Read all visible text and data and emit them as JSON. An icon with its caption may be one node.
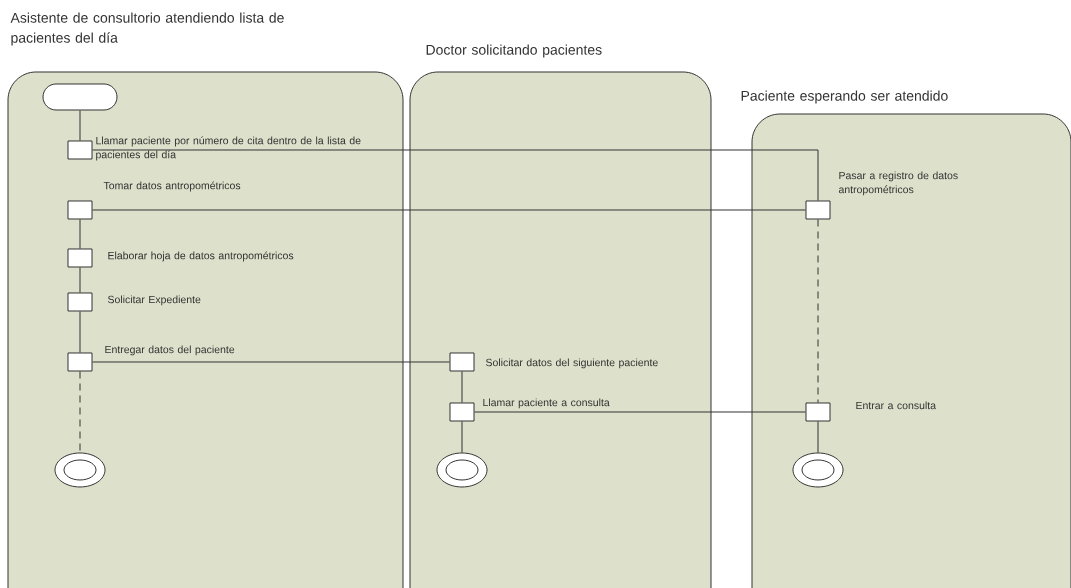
{
  "diagram": {
    "nodes": [
      {
        "text": [
          "Asistente de consultorio atendiendo lista de pacientes del día"
        ]
      },
      {
        "text": [
          "Doctor solicitando pacientes"
        ]
      },
      {
        "text": [
          "Paciente esperando ser atendido"
        ]
      },
      {
        "text": [],
        "shape": "oval",
        "in": 0
      },
      {
        "text": [],
        "shape": "box",
        "in": 0,
        "beside": [
          "Llamar paciente por número de cita dentro de la lista de pacientes del día"
        ]
      },
      {
        "text": [],
        "shape": "box",
        "in": 0,
        "beside": [
          "Tomar datos antropométricos"
        ]
      },
      {
        "text": [],
        "shape": "box",
        "in": 0,
        "beside": [
          "Elaborar hoja de datos antropométricos"
        ]
      },
      {
        "text": [],
        "shape": "box",
        "in": 0,
        "beside": [
          "Solicitar Expediente"
        ]
      },
      {
        "text": [],
        "shape": "box",
        "in": 0,
        "beside": [
          "Entregar datos del paciente"
        ]
      },
      {
        "text": [],
        "shape": "circle",
        "in": 0
      },
      {
        "text": [],
        "shape": "box",
        "in": 1,
        "beside": [
          "Solicitar datos del siguiente paciente"
        ]
      },
      {
        "text": [],
        "shape": "box",
        "in": 1,
        "beside": [
          "Llamar paciente a consulta"
        ]
      },
      {
        "text": [],
        "shape": "circle",
        "in": 1
      },
      {
        "text": [],
        "shape": "box",
        "in": 2,
        "beside": [
          "Pasar a registro de datos antropométricos"
        ]
      },
      {
        "text": [],
        "shape": "box",
        "in": 2,
        "beside": [
          "Entrar a consulta"
        ]
      },
      {
        "text": [],
        "shape": "circle",
        "in": 2
      }
    ],
    "edges": [
      {
        "from": 3,
        "to": 4,
        "arrow": "none"
      },
      {
        "from": 4,
        "to": 13,
        "arrow": "none"
      },
      {
        "from": 5,
        "to": 13,
        "arrow": "none"
      },
      {
        "from": 5,
        "to": 6,
        "arrow": "none"
      },
      {
        "from": 6,
        "to": 7,
        "arrow": "none"
      },
      {
        "from": 7,
        "to": 8,
        "arrow": "none"
      },
      {
        "from": 8,
        "to": 9,
        "arrow": "none",
        "style": "dashed"
      },
      {
        "from": 8,
        "to": 10,
        "arrow": "none"
      },
      {
        "from": 10,
        "to": 11,
        "arrow": "none"
      },
      {
        "from": 11,
        "to": 12,
        "arrow": "none"
      },
      {
        "from": 13,
        "to": 14,
        "arrow": "none",
        "style": "dashed"
      },
      {
        "from": 11,
        "to": 14,
        "arrow": "none"
      },
      {
        "from": 14,
        "to": 15,
        "arrow": "none"
      }
    ]
  }
}
